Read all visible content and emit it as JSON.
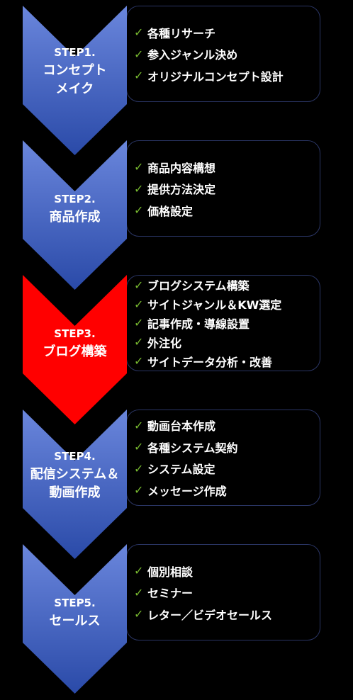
{
  "colors": {
    "background": "#000000",
    "chevron_blue_top": "#6a86dc",
    "chevron_blue_bottom": "#2a4aa8",
    "chevron_red": "#ff0000",
    "check": "#77b82f",
    "box_border": "#2a3564",
    "text": "#ffffff"
  },
  "steps": [
    {
      "number": "STEP1.",
      "title_lines": [
        "コンセプト",
        "メイク"
      ],
      "highlight": false,
      "items": [
        "各種リサーチ",
        "参入ジャンル決め",
        "オリジナルコンセプト設計"
      ]
    },
    {
      "number": "STEP2.",
      "title_lines": [
        "商品作成"
      ],
      "highlight": false,
      "items": [
        "商品内容構想",
        "提供方法決定",
        "価格設定"
      ]
    },
    {
      "number": "STEP3.",
      "title_lines": [
        "ブログ構築"
      ],
      "highlight": true,
      "items": [
        "ブログシステム構築",
        "サイトジャンル＆KW選定",
        "記事作成・導線設置",
        "外注化",
        "サイトデータ分析・改善"
      ]
    },
    {
      "number": "STEP4.",
      "title_lines": [
        "配信システム＆",
        "動画作成"
      ],
      "highlight": false,
      "items": [
        "動画台本作成",
        "各種システム契約",
        "システム設定",
        "メッセージ作成"
      ]
    },
    {
      "number": "STEP5.",
      "title_lines": [
        "セールス"
      ],
      "highlight": false,
      "items": [
        "個別相談",
        "セミナー",
        "レター／ビデオセールス"
      ]
    }
  ],
  "check_icon": "check-icon",
  "check_glyph": "✓"
}
